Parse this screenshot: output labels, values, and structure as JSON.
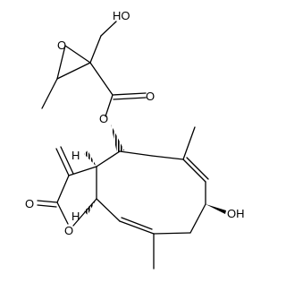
{
  "labels": {
    "hydroxymethyl": "HO",
    "ester_carbonyl_o": "O",
    "ester_ring_o": "O",
    "lactone_carbonyl_o": "O",
    "lactone_ring_o": "O",
    "ring_hydroxyl": "OH",
    "stereo_h_top": "H",
    "stereo_h_bottom": "H"
  }
}
